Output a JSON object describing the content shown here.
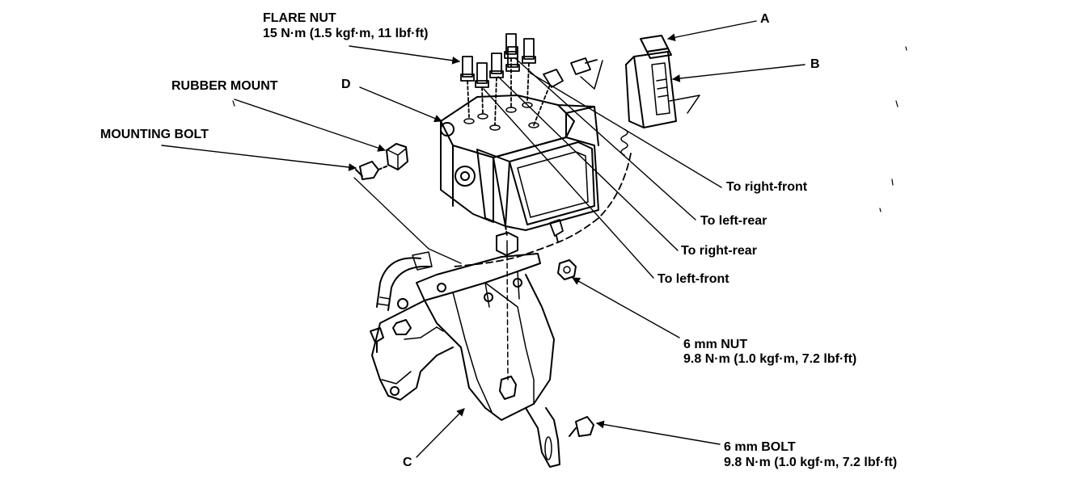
{
  "labels": {
    "flare_nut_title": "FLARE NUT",
    "flare_nut_torque": "15 N·m (1.5 kgf·m, 11 lbf·ft)",
    "rubber_mount": "RUBBER MOUNT",
    "mounting_bolt": "MOUNTING BOLT",
    "letter_d": "D",
    "letter_a": "A",
    "letter_b": "B",
    "letter_c": "C",
    "to_right_front": "To right-front",
    "to_left_rear": "To left-rear",
    "to_right_rear": "To right-rear",
    "to_left_front": "To left-front",
    "nut_6mm_title": "6 mm NUT",
    "nut_6mm_torque": "9.8 N·m (1.0 kgf·m, 7.2 lbf·ft)",
    "bolt_6mm_title": "6 mm BOLT",
    "bolt_6mm_torque": "9.8 N·m (1.0 kgf·m, 7.2 lbf·ft)"
  }
}
